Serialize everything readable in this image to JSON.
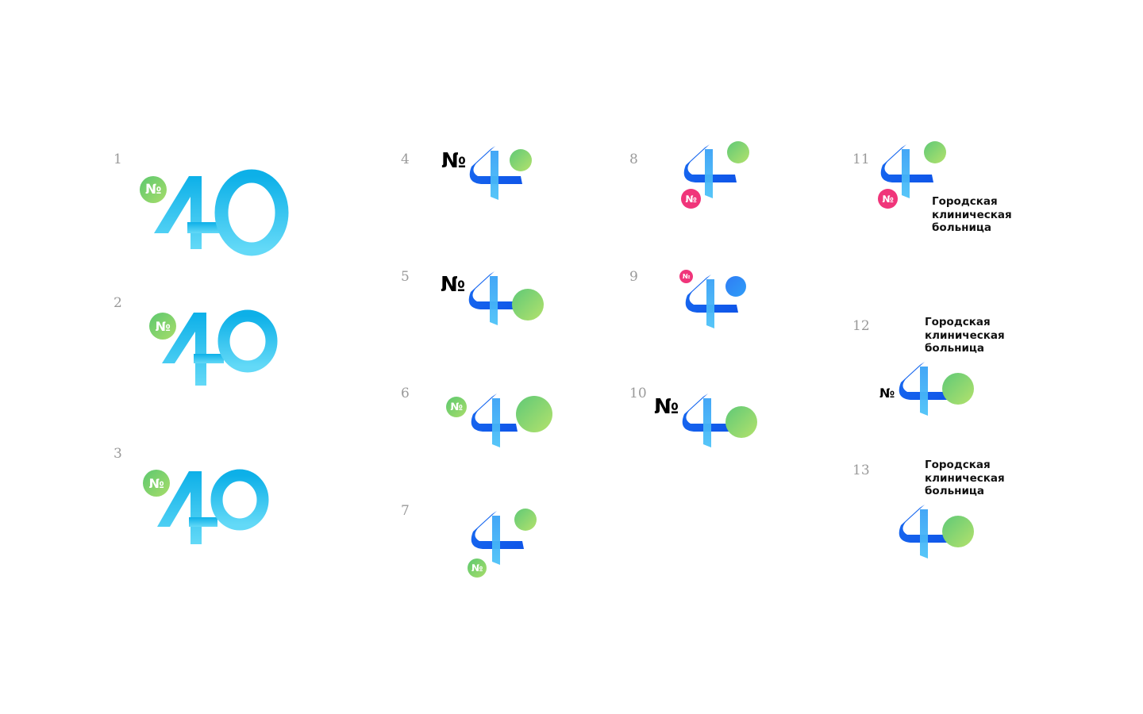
{
  "variants": [
    {
      "label": "1",
      "badge": "№",
      "digits": "40"
    },
    {
      "label": "2",
      "badge": "№",
      "digits": "40"
    },
    {
      "label": "3",
      "badge": "№",
      "digits": "40"
    },
    {
      "label": "4",
      "badge": "№"
    },
    {
      "label": "5",
      "badge": "№"
    },
    {
      "label": "6",
      "badge": "№"
    },
    {
      "label": "7",
      "badge": "№"
    },
    {
      "label": "8",
      "badge": "№"
    },
    {
      "label": "9",
      "badge": "№"
    },
    {
      "label": "10",
      "badge": "№"
    },
    {
      "label": "11",
      "badge": "№"
    },
    {
      "label": "12",
      "badge": "№"
    },
    {
      "label": "13"
    }
  ],
  "caption": {
    "line1": "Городская",
    "line2": "клиническая",
    "line3": "больница"
  },
  "colors": {
    "cyan_top": "#0fb0e8",
    "cyan_bottom": "#5fd6f6",
    "ribbon_dark": "#1460ee",
    "ribbon_light": "#3fb4f7",
    "green_start": "#5cc86f",
    "green_end": "#a8dd6a",
    "pink": "#f0357a"
  }
}
